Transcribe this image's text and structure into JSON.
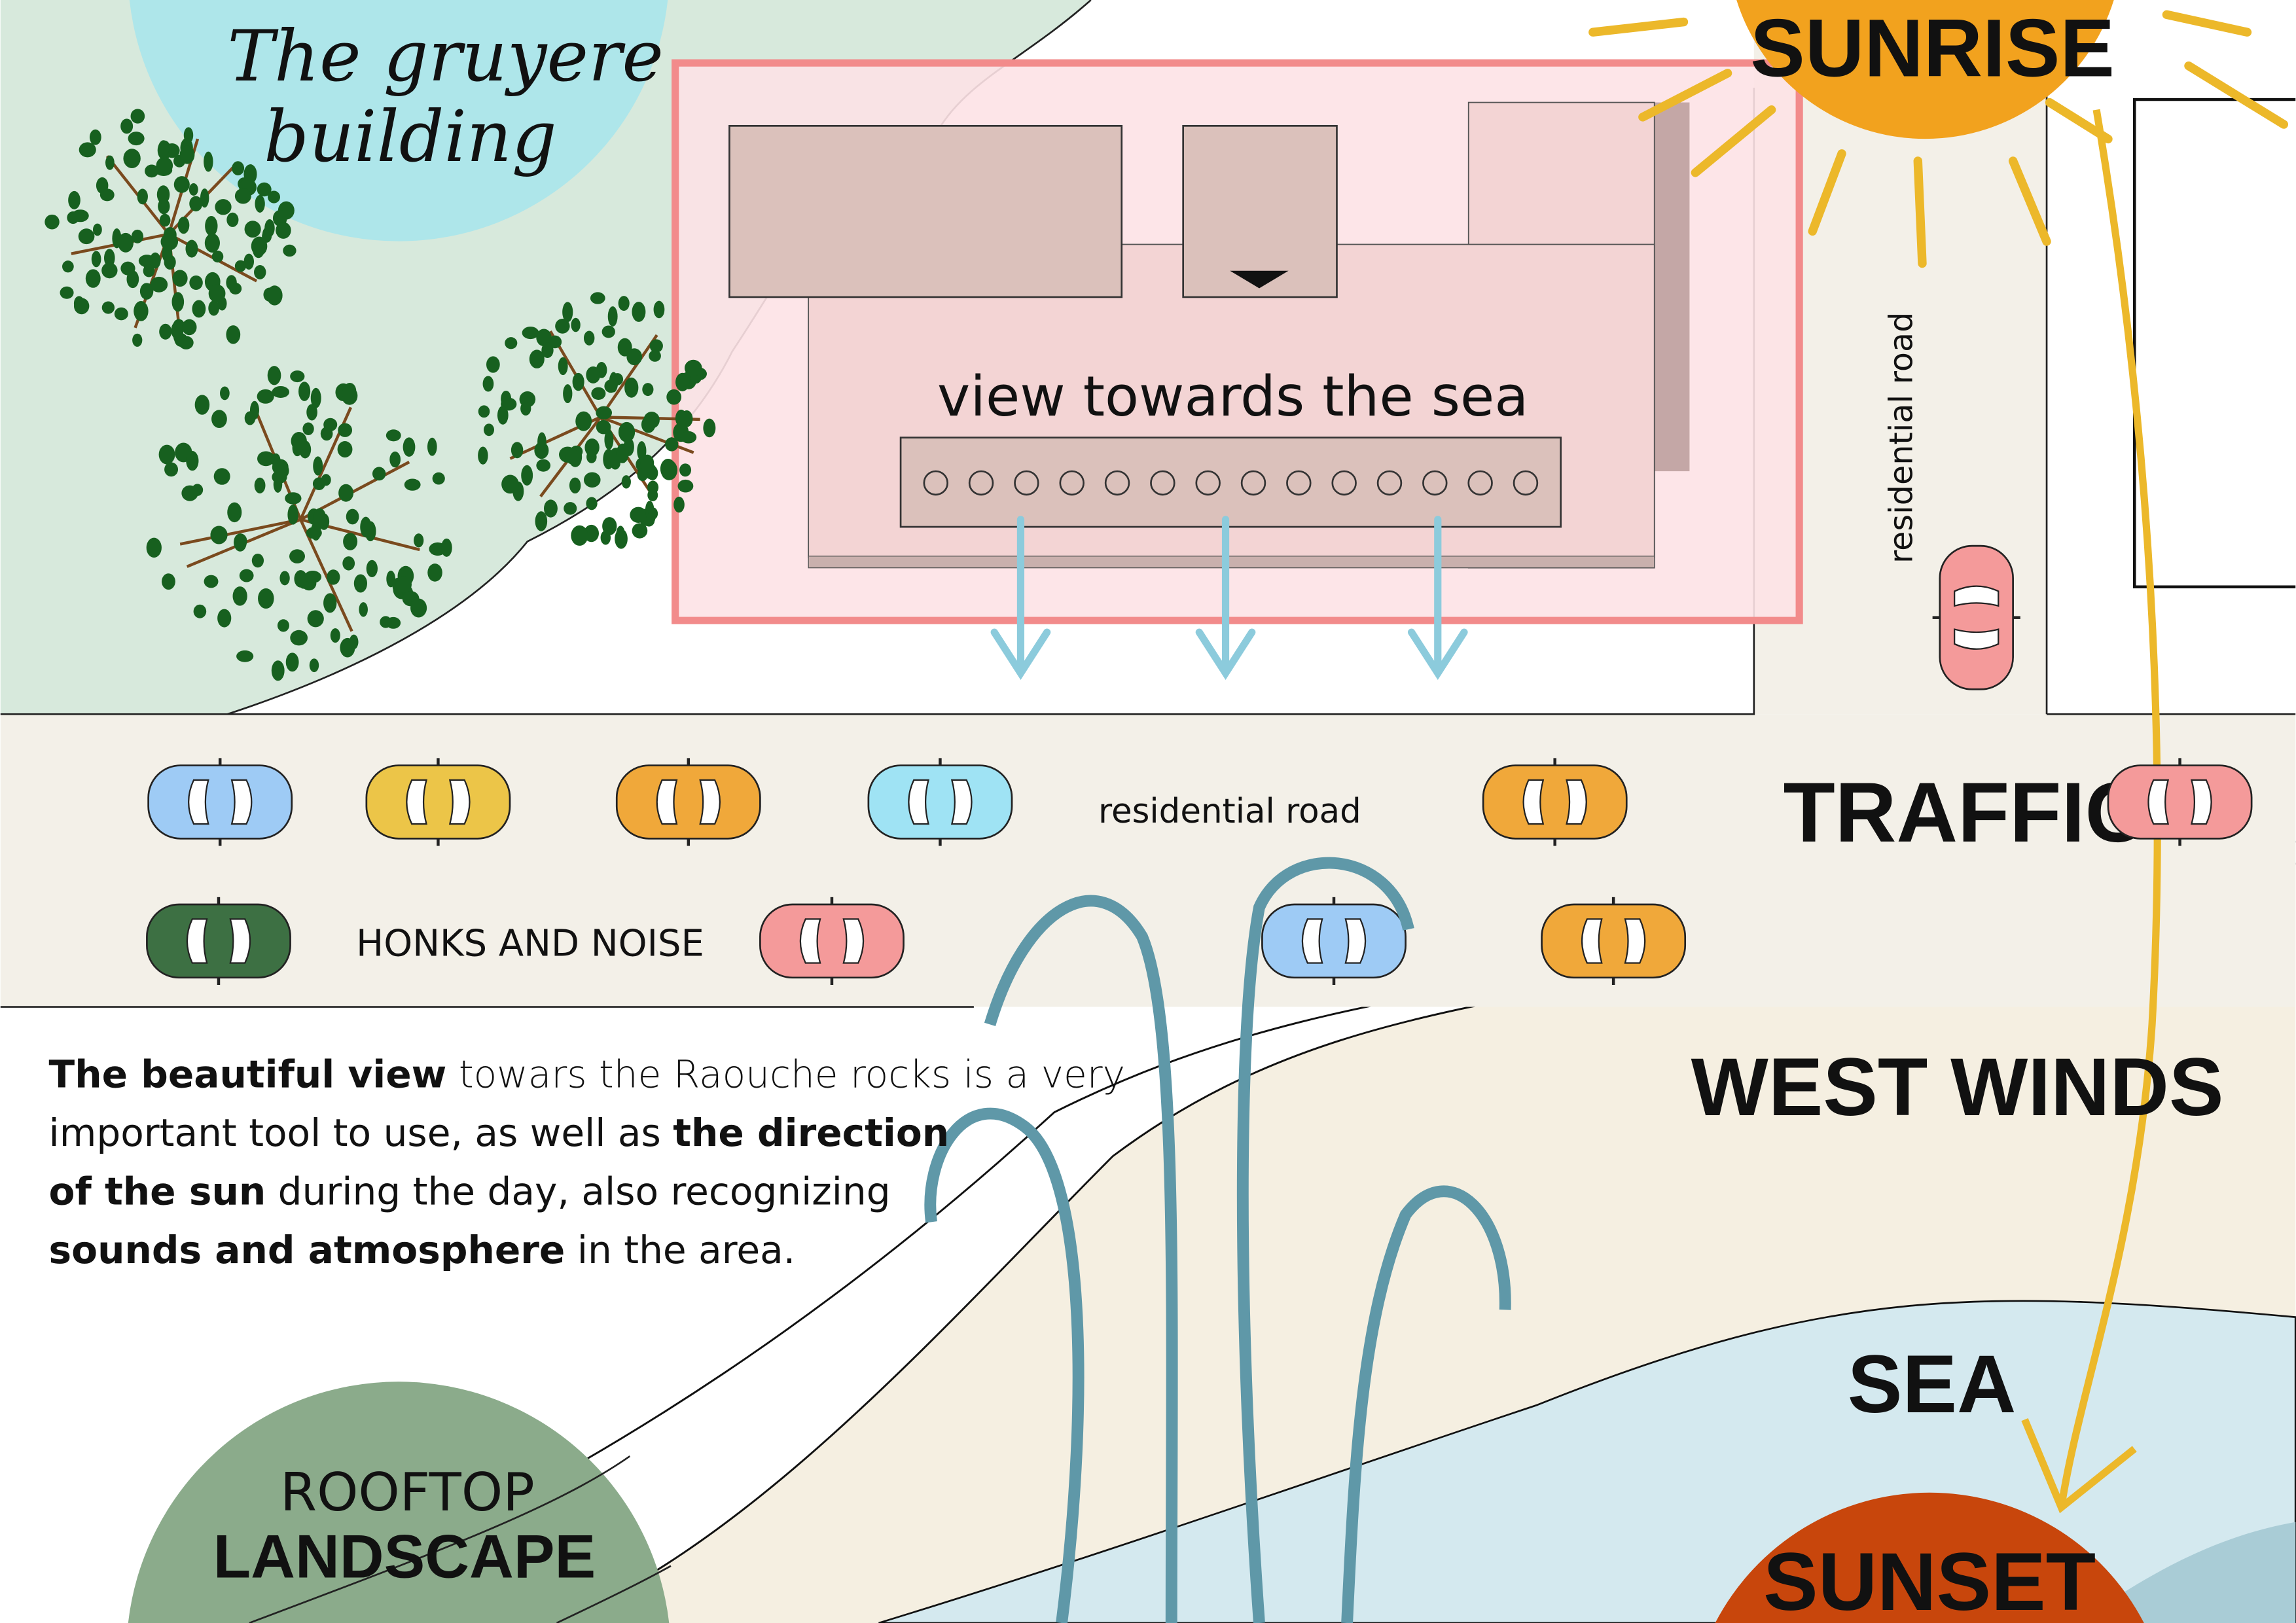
{
  "title": {
    "line1": "The gruyere",
    "line2": "building"
  },
  "labels": {
    "sunrise": "SUNRISE",
    "sunset": "SUNSET",
    "view": "view towards the sea",
    "residential_road_vertical": "residential road",
    "residential_road": "residential road",
    "traffic": "TRAFFIC",
    "honks": "HONKS AND NOISE",
    "west_winds": "WEST WINDS",
    "sea": "SEA",
    "rooftop1": "ROOFTOP",
    "rooftop2": "LANDSCAPE"
  },
  "paragraph": {
    "l1b": "The beautiful view",
    "l1": " towars the Raouche rocks is a very",
    "l2": "important tool to use, as well as ",
    "l2b": "the direction",
    "l3b": "of the sun",
    "l3": " during the day, also recognizing",
    "l4b": "sounds and atmosphere",
    "l4": " in the area."
  },
  "colors": {
    "park": "#d7e9dc",
    "title_circle": "#aee6ea",
    "road": "#f3f0e8",
    "beach": "#f5efe1",
    "sea": "#d4e9ef",
    "frame": "#f28b8b",
    "building": "#dbc1bb",
    "sun": "#f2a21e",
    "sunset": "#c8460c",
    "sun_path": "#ecb82a",
    "palm": "#5f98a8",
    "arrow": "#8ccbdc",
    "rooftop": "#8bab8b",
    "tree": "#17601f",
    "branch": "#7a4a1e"
  },
  "cars": [
    "#9ecbf5",
    "#ecc548",
    "#f0a83a",
    "#9fe3f4",
    "#f0a83a",
    "#f49a9a",
    "#3d7043",
    "#f49a9a",
    "#9ecbf5",
    "#f0a83a",
    "#f49a9a"
  ]
}
